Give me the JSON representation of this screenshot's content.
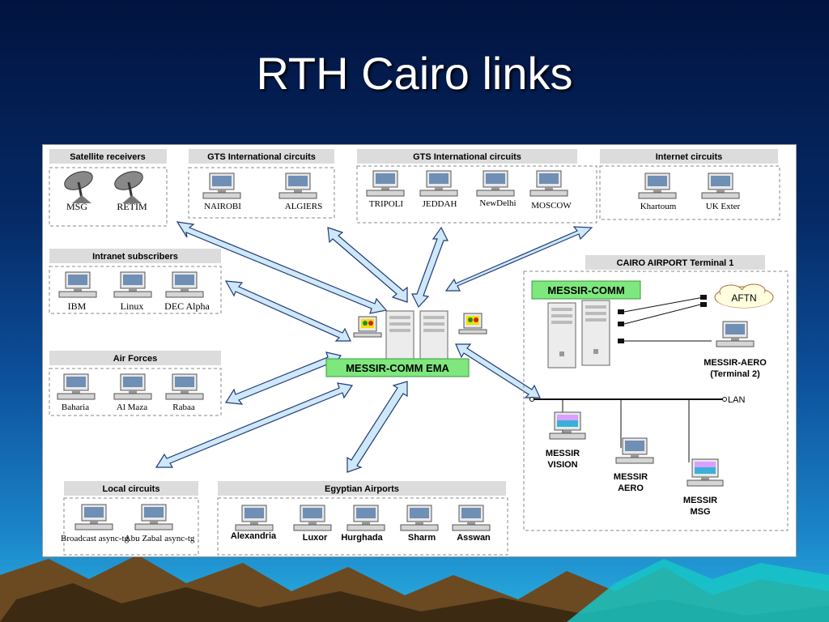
{
  "slide": {
    "title": "RTH Cairo links"
  },
  "groups": {
    "satellite": {
      "header": "Satellite receivers",
      "items": [
        "MSG",
        "RETIM"
      ]
    },
    "gts1": {
      "header": "GTS International circuits",
      "items": [
        "NAIROBI",
        "ALGIERS"
      ]
    },
    "gts2": {
      "header": "GTS International circuits",
      "items": [
        "TRIPOLI",
        "JEDDAH",
        "NewDelhi",
        "MOSCOW"
      ]
    },
    "internet": {
      "header": "Internet circuits",
      "items": [
        "Khartoum",
        "UK Exter"
      ]
    },
    "intranet": {
      "header": "Intranet subscribers",
      "items": [
        "IBM",
        "Linux",
        "DEC Alpha"
      ]
    },
    "airforces": {
      "header": "Air Forces",
      "items": [
        "Baharia",
        "Al Maza",
        "Rabaa"
      ]
    },
    "local": {
      "header": "Local circuits",
      "items": [
        "Broadcast async-tg",
        "Abu Zabal async-tg"
      ]
    },
    "egyptian": {
      "header": "Egyptian Airports",
      "items": [
        "Alexandria",
        "Luxor",
        "Hurghada",
        "Sharm",
        "Asswan"
      ]
    }
  },
  "center": {
    "label": "MESSIR-COMM EMA"
  },
  "airport": {
    "header": "CAIRO AIRPORT Terminal 1",
    "comm_label": "MESSIR-COMM",
    "aftn": "AFTN",
    "aero_t2": [
      "MESSIR-AERO",
      "(Terminal 2)"
    ],
    "lan": "LAN",
    "vision": [
      "MESSIR",
      "VISION"
    ],
    "aero": [
      "MESSIR",
      "AERO"
    ],
    "msg": [
      "MESSIR",
      "MSG"
    ]
  },
  "colors": {
    "arrow_fill": "#cfe8f7",
    "arrow_stroke": "#1f3a7a",
    "label_green": "#7ee87e",
    "header_gray": "#dcdcdc"
  }
}
